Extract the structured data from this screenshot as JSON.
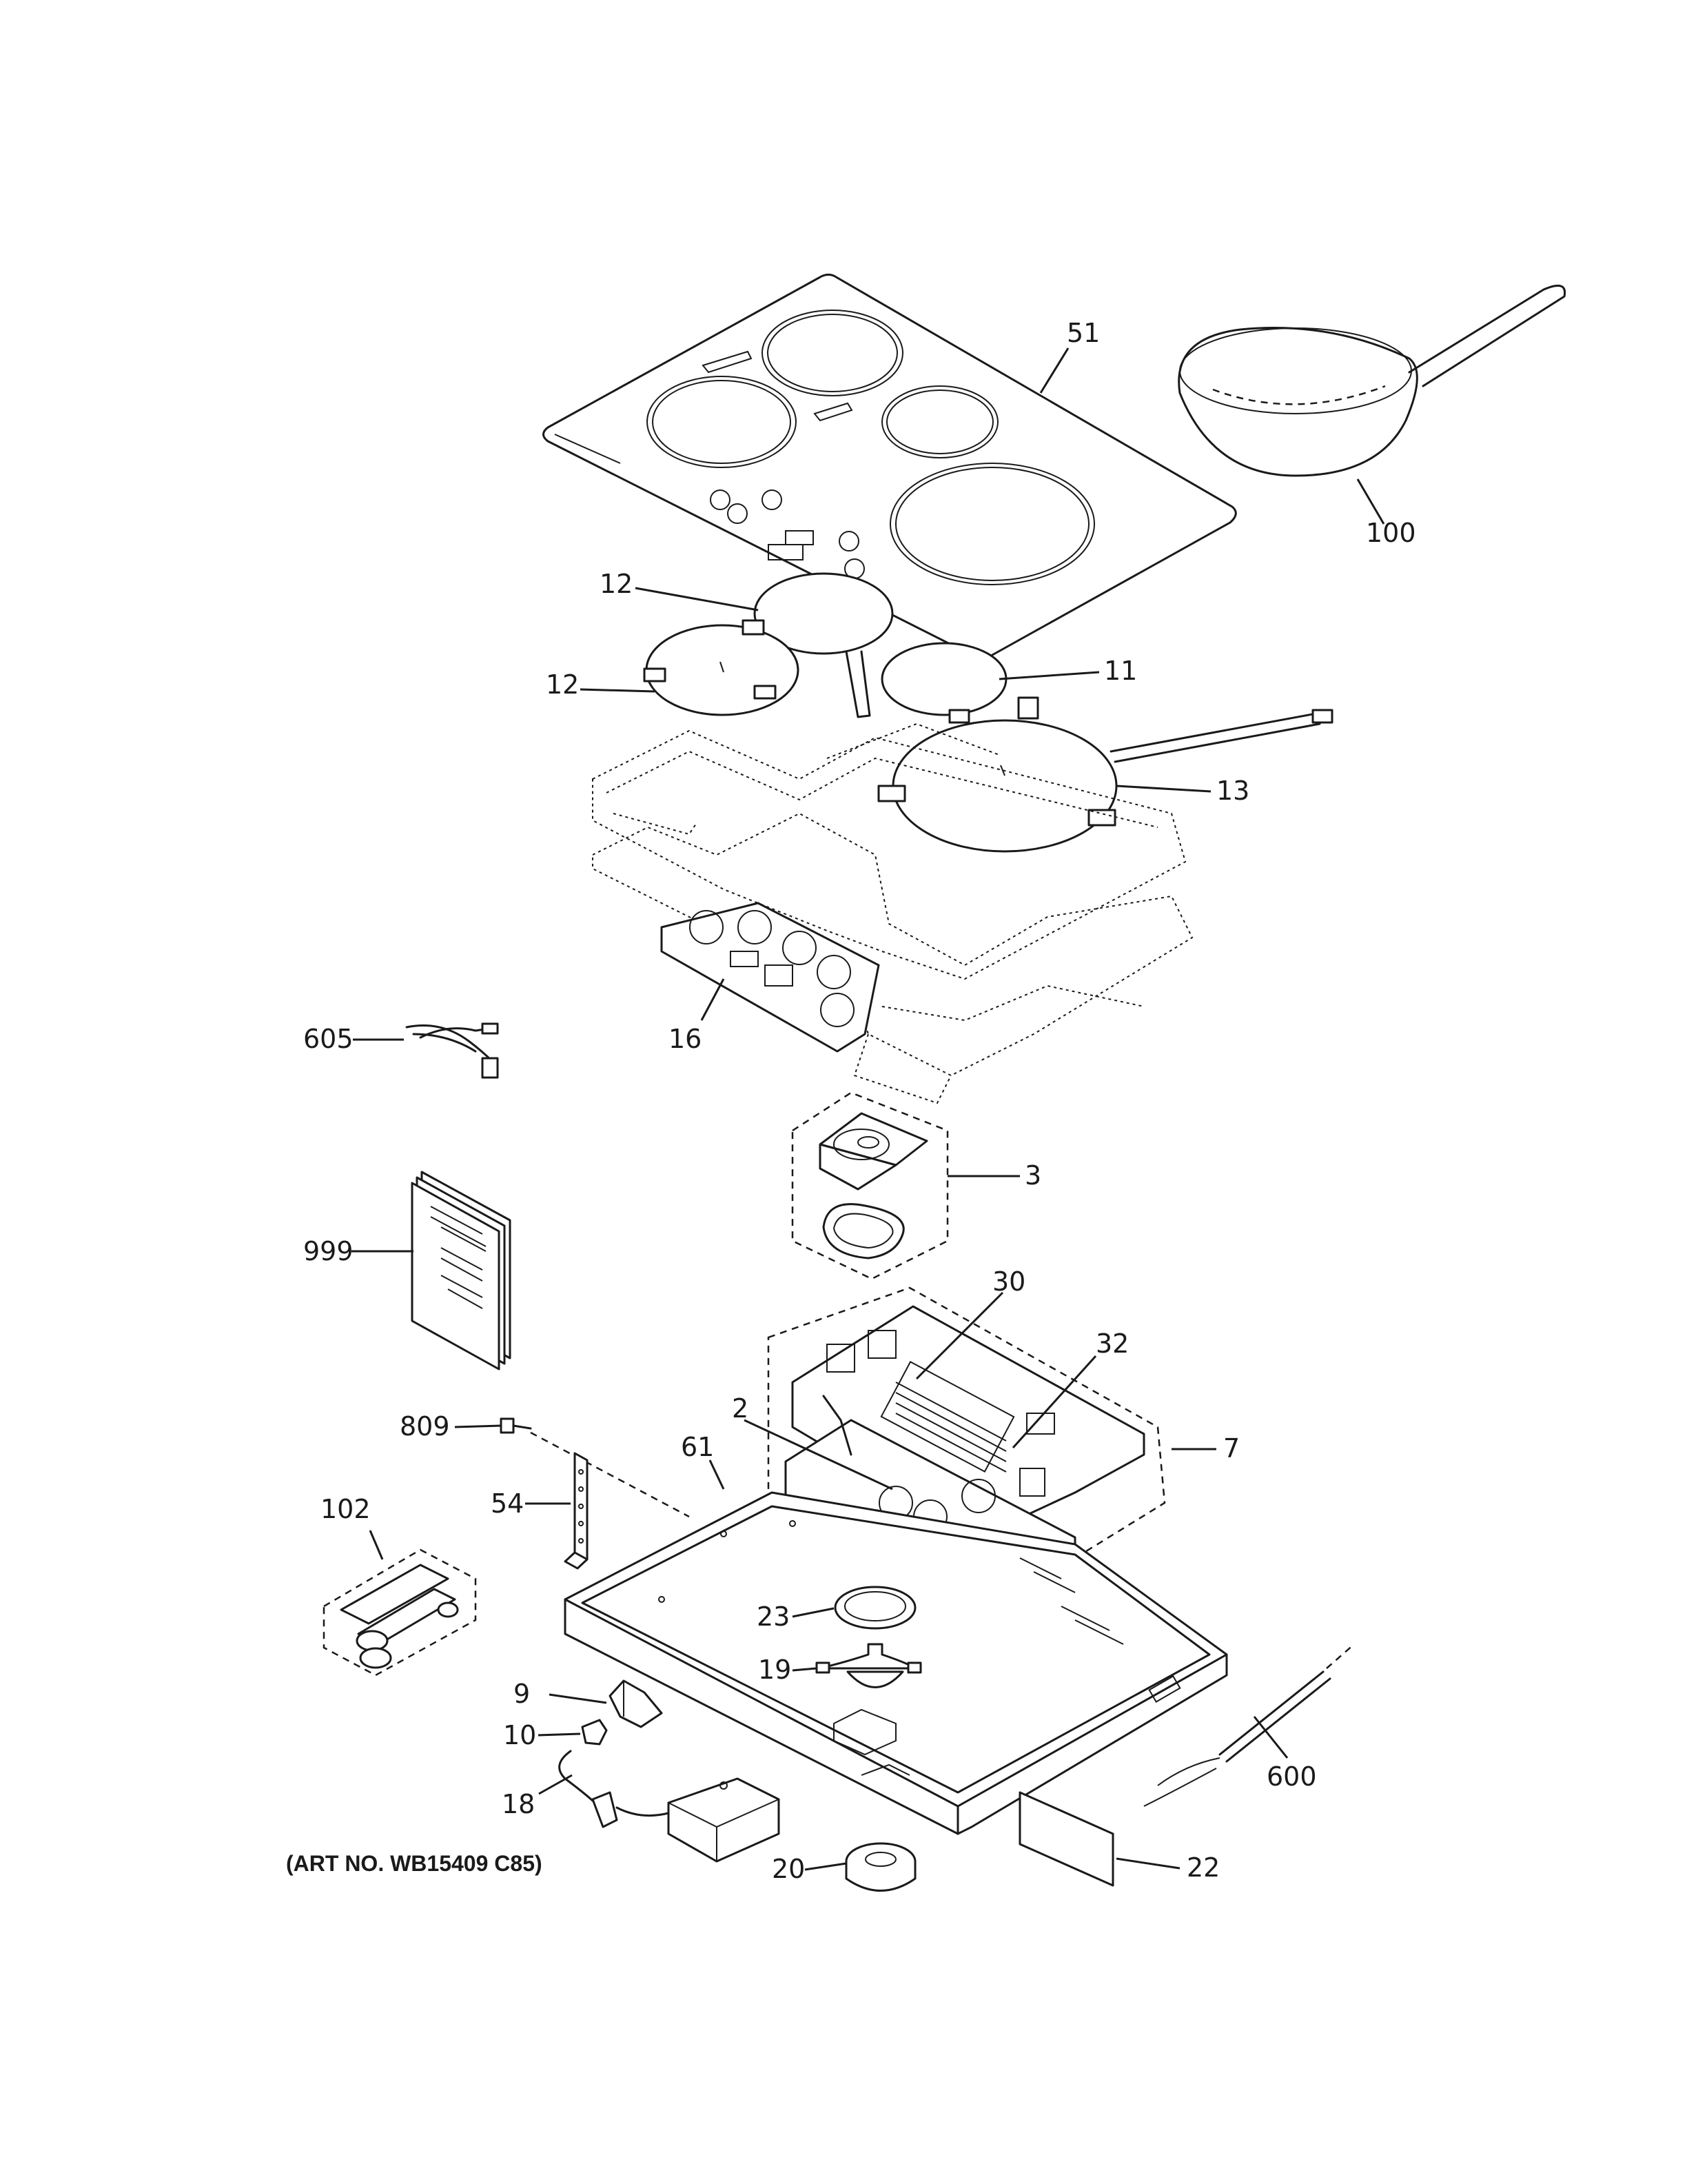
{
  "labels": {
    "p51": "51",
    "p100": "100",
    "p12a": "12",
    "p12b": "12",
    "p11": "11",
    "p13": "13",
    "p605": "605",
    "p16": "16",
    "p3": "3",
    "p999": "999",
    "p30": "30",
    "p32": "32",
    "p809": "809",
    "p2": "2",
    "p61": "61",
    "p7": "7",
    "p54": "54",
    "p102": "102",
    "p23": "23",
    "p19": "19",
    "p9": "9",
    "p10": "10",
    "p600": "600",
    "p18": "18",
    "p20": "20",
    "p22": "22"
  },
  "art_number": "(ART NO. WB15409 C85)"
}
